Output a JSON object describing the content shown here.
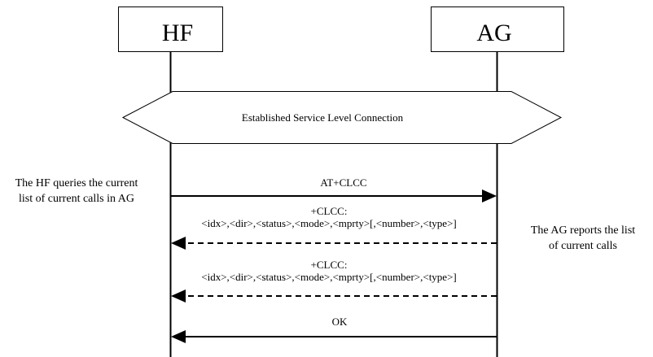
{
  "participants": {
    "hf": "HF",
    "ag": "AG"
  },
  "banner": {
    "text": "Established Service Level Connection"
  },
  "messages": [
    {
      "from": "hf",
      "to": "ag",
      "style": "solid",
      "lines": [
        "AT+CLCC"
      ]
    },
    {
      "from": "ag",
      "to": "hf",
      "style": "dashed",
      "lines": [
        "+CLCC:",
        "<idx>,<dir>,<status>,<mode>,<mprty>[,<number>,<type>]"
      ]
    },
    {
      "from": "ag",
      "to": "hf",
      "style": "dashed",
      "lines": [
        "+CLCC:",
        "<idx>,<dir>,<status>,<mode>,<mprty>[,<number>,<type>]"
      ]
    },
    {
      "from": "ag",
      "to": "hf",
      "style": "solid",
      "lines": [
        "OK"
      ]
    }
  ],
  "notes": {
    "left": [
      "The HF queries the current",
      "list of current calls in AG"
    ],
    "right": [
      "The AG reports the list",
      "of current calls"
    ]
  },
  "colors": {
    "ink": "#000000",
    "background": "#ffffff"
  }
}
